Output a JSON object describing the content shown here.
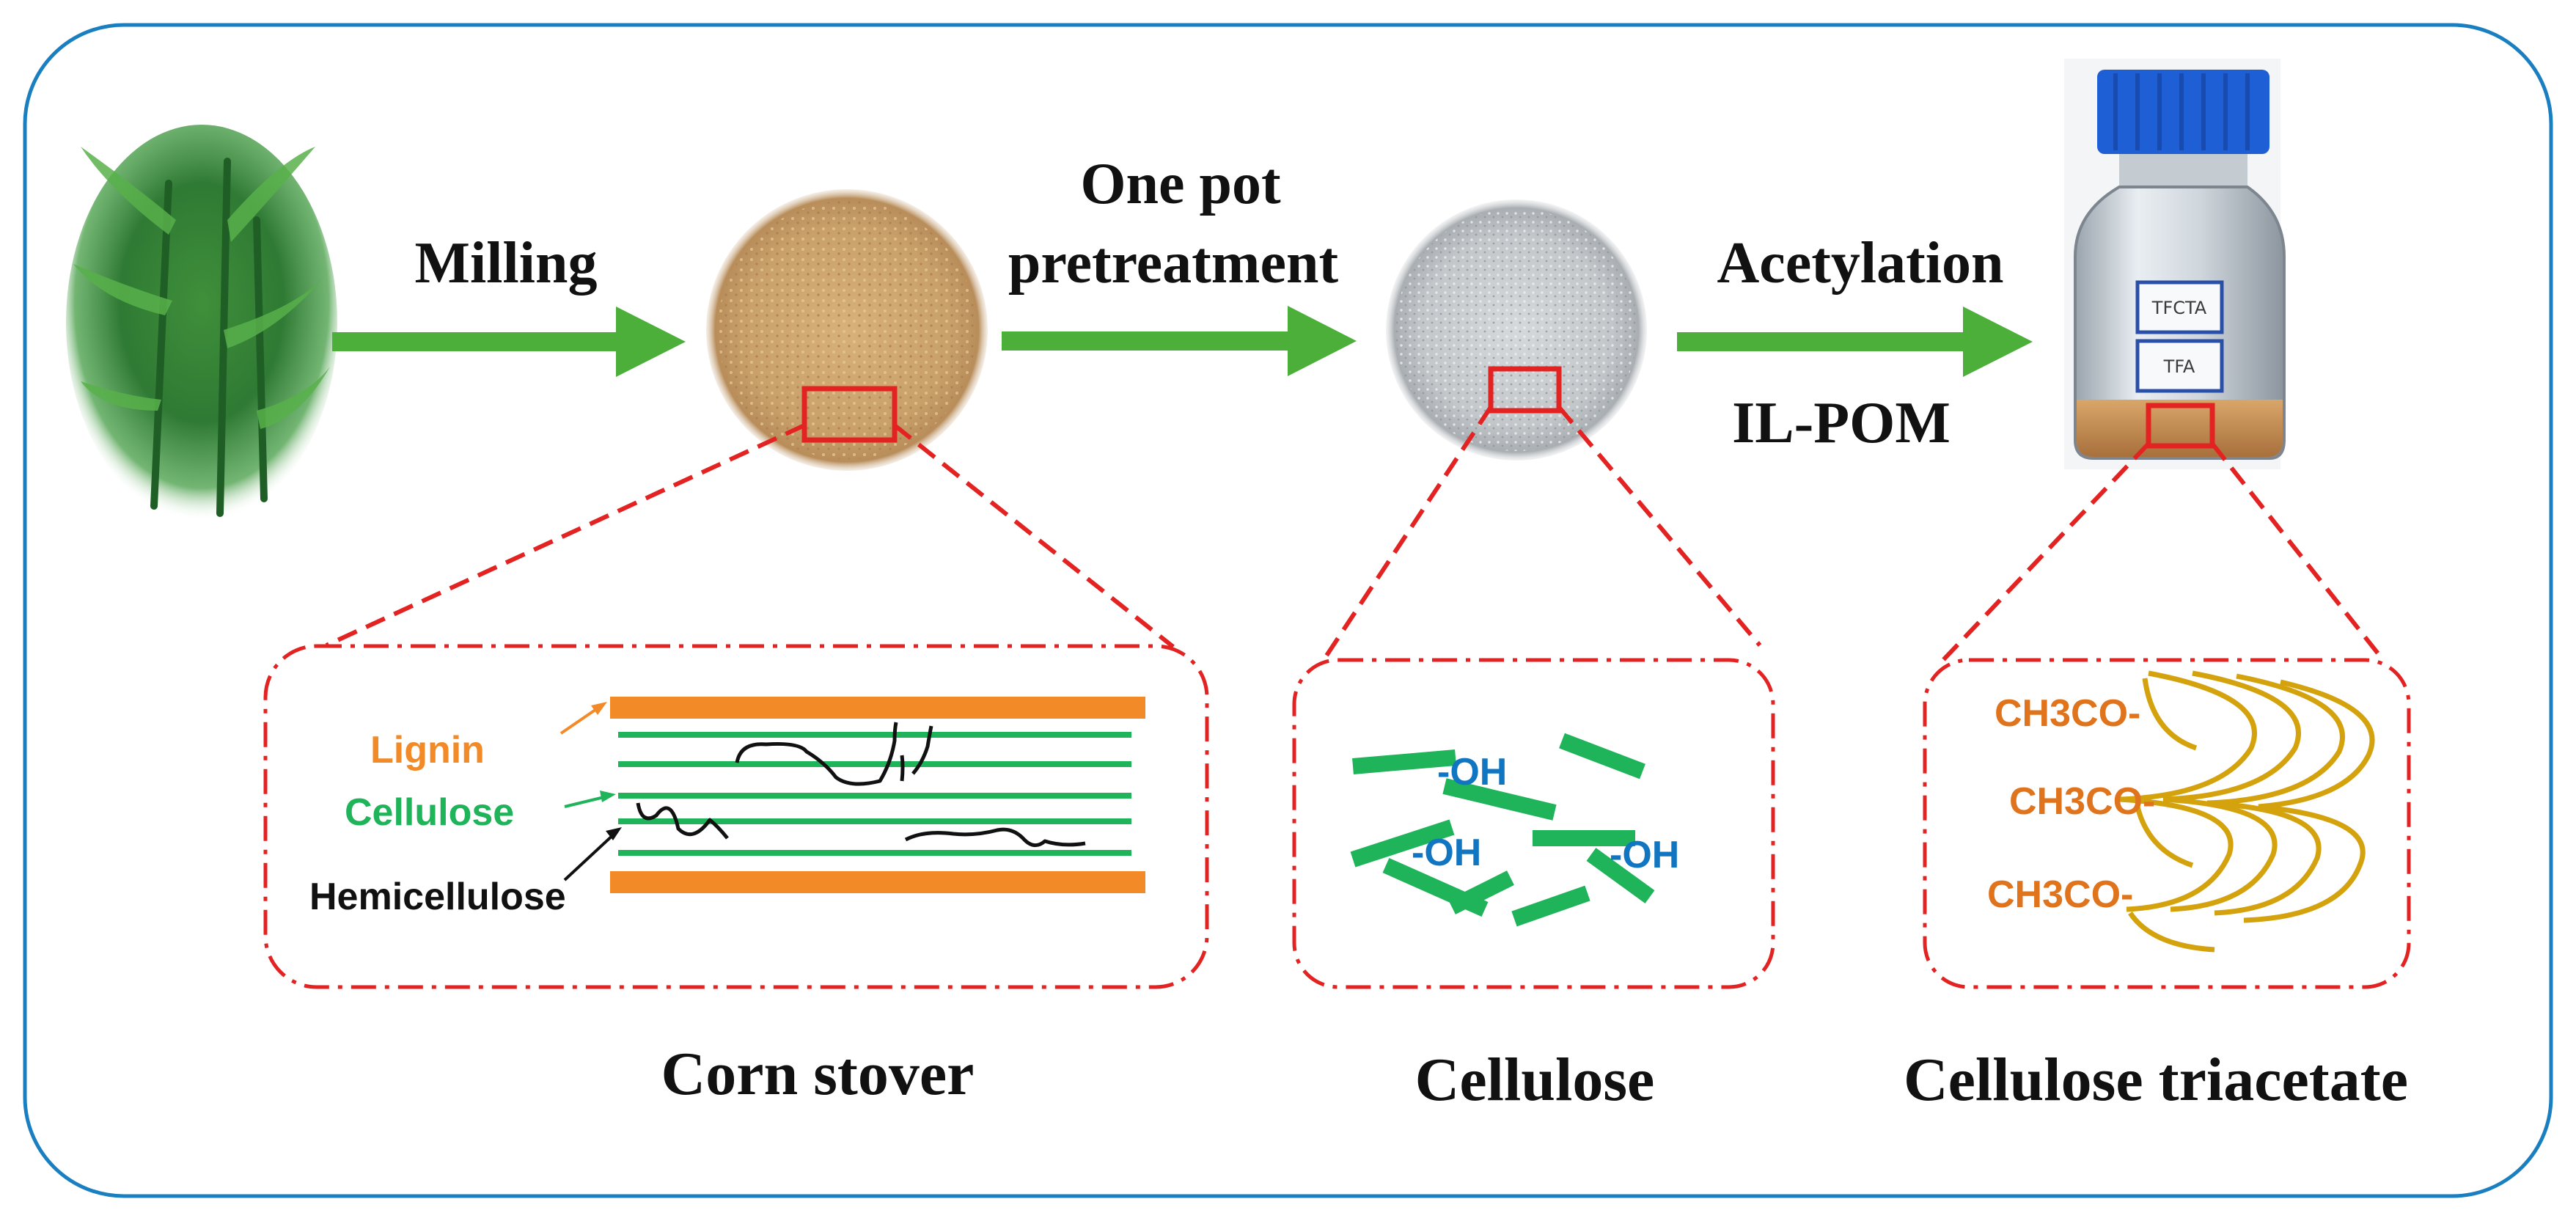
{
  "colors": {
    "frame": "#1a7fc0",
    "arrow_green": "#4caf3a",
    "zoom_red": "#e32222",
    "lignin_orange": "#f28a28",
    "cellulose_green": "#1fb35a",
    "hemicellulose_black": "#111111",
    "hydroxyl_blue": "#1176c1",
    "acetyl_orange": "#e0741c",
    "cta_chain_gold": "#d4a20d",
    "bottle_cap_blue": "#1f5fd6"
  },
  "steps": {
    "milling": "Milling",
    "pretreatment_line1": "One pot",
    "pretreatment_line2": "pretreatment",
    "acetylation": "Acetylation",
    "catalyst": "IL-POM"
  },
  "products": {
    "corn_stover": "Corn stover",
    "cellulose": "Cellulose",
    "cellulose_triacetate": "Cellulose triacetate"
  },
  "corn_stover_panel": {
    "lignin": "Lignin",
    "cellulose": "Cellulose",
    "hemicellulose": "Hemicellulose"
  },
  "cellulose_panel": {
    "hydroxyl_1": "-OH",
    "hydroxyl_2": "-OH",
    "hydroxyl_3": "-OH"
  },
  "cta_panel": {
    "acetyl_1": "CH3CO-",
    "acetyl_2": "CH3CO-",
    "acetyl_3": "CH3CO-"
  },
  "bottle_labels": {
    "top": "TFCTA",
    "bottom": "TFA"
  },
  "icons": {
    "corn_plant": "corn-plant-image",
    "stover_powder": "corn-stover-powder-image",
    "cellulose_powder": "cellulose-powder-image",
    "reagent_bottle": "reagent-bottle-image"
  }
}
